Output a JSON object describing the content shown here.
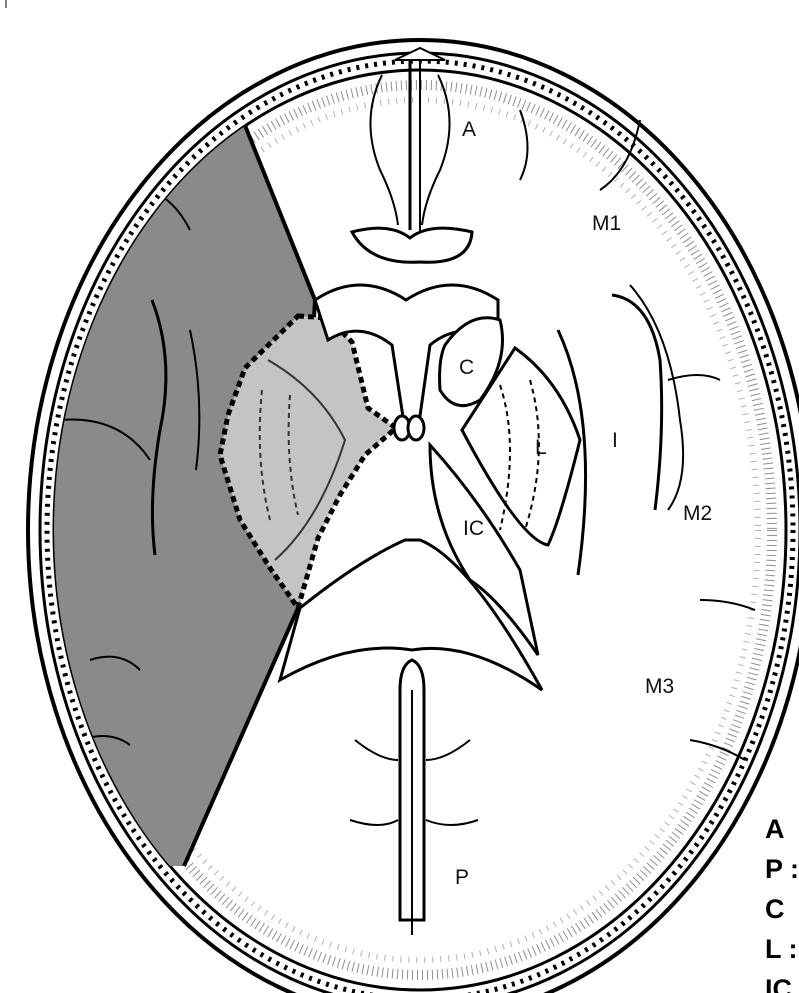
{
  "diagram": {
    "colors": {
      "outline": "#000000",
      "shaded_region": "#8a8a8a",
      "deep_region": "#c4c4c4",
      "tissue": "#ffffff"
    },
    "region_labels": {
      "anterior": "A",
      "middle_1": "M1",
      "caudate": "C",
      "lentiform": "L",
      "insula": "I",
      "middle_2": "M2",
      "internal_capsule": "IC",
      "middle_3": "M3",
      "posterior": "P"
    },
    "legend": [
      "A",
      "P :",
      "C",
      "L :",
      "IC"
    ]
  }
}
